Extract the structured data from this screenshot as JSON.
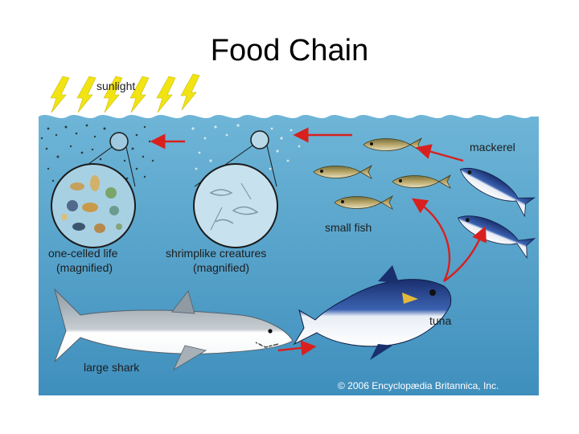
{
  "slide": {
    "title": "Food Chain"
  },
  "diagram": {
    "labels": {
      "sunlight": "sunlight",
      "mackerel": "mackerel",
      "small_fish": "small fish",
      "one_celled_life": "one-celled life",
      "one_celled_sub": "(magnified)",
      "shrimplike": "shrimplike creatures",
      "shrimplike_sub": "(magnified)",
      "tuna": "tuna",
      "large_shark": "large shark"
    },
    "credit": "© 2006 Encyclopædia Britannica, Inc."
  }
}
